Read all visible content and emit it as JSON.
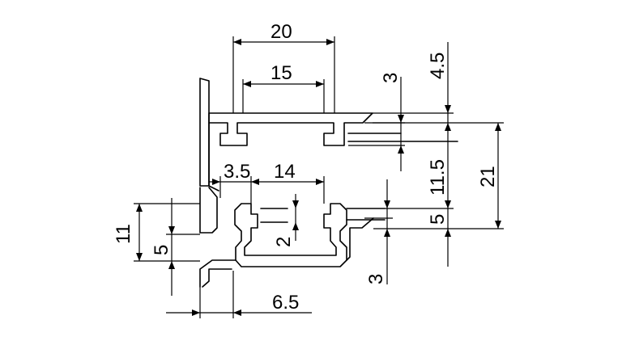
{
  "dimensions": {
    "d20": "20",
    "d15": "15",
    "d3_top": "3",
    "d4_5": "4.5",
    "d3_5": "3.5",
    "d14": "14",
    "d11_5": "11.5",
    "d21": "21",
    "d5_right": "5",
    "d11": "11",
    "d5_left": "5",
    "d2": "2",
    "d3_bottom": "3",
    "d6_5": "6.5"
  }
}
